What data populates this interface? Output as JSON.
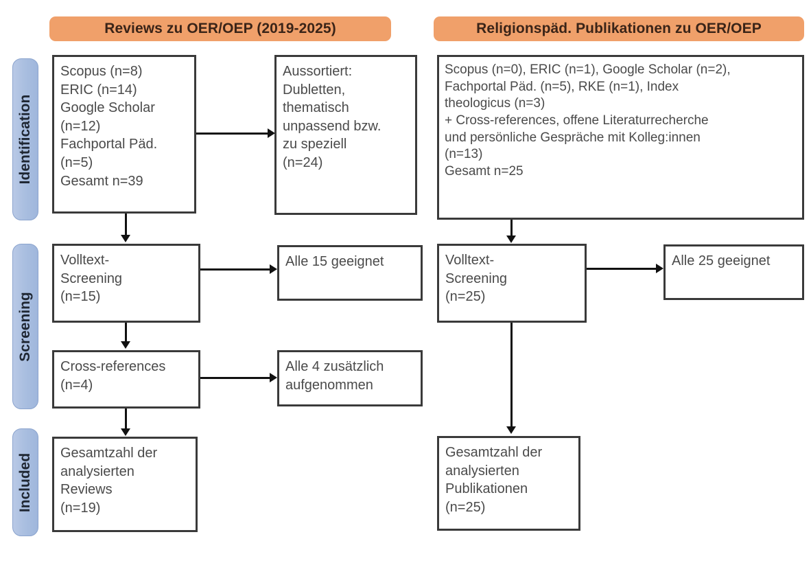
{
  "columns": [
    {
      "header": "Reviews zu OER/OEP (2019-2025)",
      "boxes": {
        "identification_sources": "Scopus (n=8)\nERIC (n=14)\nGoogle Scholar\n(n=12)\nFachportal Päd.\n(n=5)\nGesamt n=39",
        "excluded": "Aussortiert:\nDubletten,\nthematisch\nunpassend bzw.\nzu speziell\n(n=24)",
        "fulltext_screening": "Volltext-\nScreening\n(n=15)",
        "fulltext_result": "Alle 15 geeignet",
        "cross_references": "Cross-references\n(n=4)",
        "cross_references_result": "Alle 4 zusätzlich\naufgenommen",
        "included_total": "Gesamtzahl der\nanalysierten\nReviews\n(n=19)"
      }
    },
    {
      "header": "Religionspäd. Publikationen zu OER/OEP",
      "boxes": {
        "identification_sources": "Scopus (n=0), ERIC (n=1), Google Scholar (n=2),\nFachportal Päd. (n=5), RKE (n=1), Index\ntheologicus (n=3)\n+ Cross-references, offene Literaturrecherche\nund persönliche Gespräche mit Kolleg:innen\n(n=13)\nGesamt n=25",
        "fulltext_screening": "Volltext-\nScreening\n(n=25)",
        "fulltext_result": "Alle 25 geeignet",
        "included_total": "Gesamtzahl der\nanalysierten\nPublikationen\n(n=25)"
      }
    }
  ],
  "stages": [
    {
      "label": "Identification"
    },
    {
      "label": "Screening"
    },
    {
      "label": "Included"
    }
  ],
  "colors": {
    "header_bar": "#f0a06a",
    "stage_pill": "#aabfe0",
    "box_border": "#3a3a3a",
    "connector": "#111111",
    "text": "#4a4a4a"
  }
}
